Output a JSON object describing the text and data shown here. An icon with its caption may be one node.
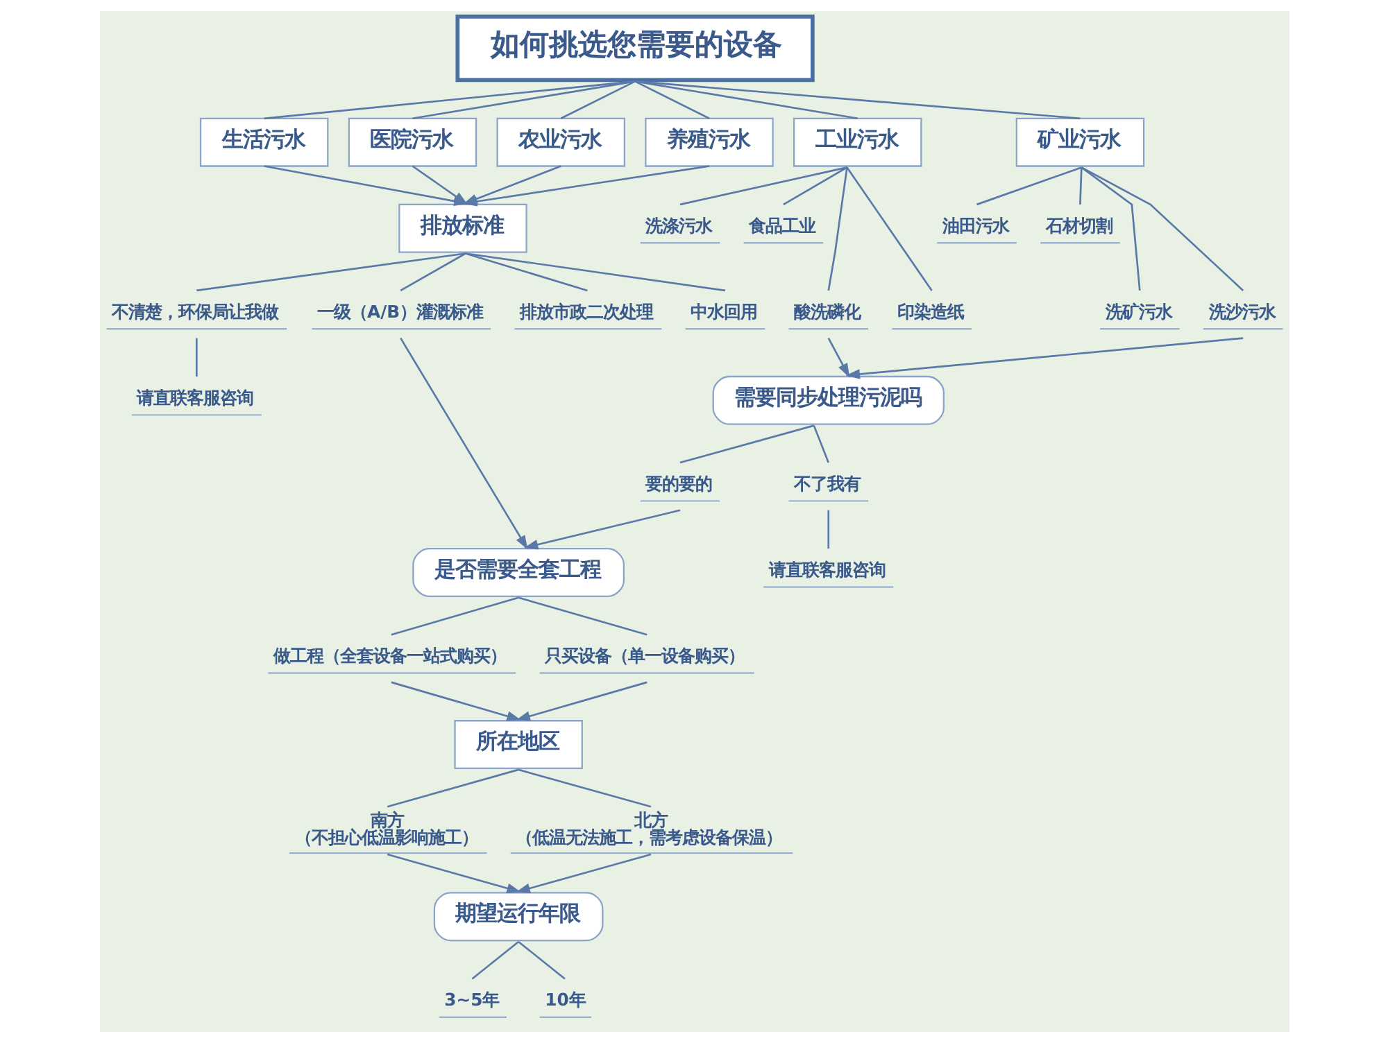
{
  "diagram": {
    "nodes": [
      {
        "text": [
          "如何挑选您需要的设备"
        ]
      },
      {
        "text": [
          "生活污水"
        ]
      },
      {
        "text": [
          "医院污水"
        ]
      },
      {
        "text": [
          "农业污水"
        ]
      },
      {
        "text": [
          "养殖污水"
        ]
      },
      {
        "text": [
          "工业污水"
        ]
      },
      {
        "text": [
          "矿业污水"
        ]
      },
      {
        "text": [
          "洗涤污水"
        ]
      },
      {
        "text": [
          "食品工业"
        ]
      },
      {
        "text": [
          "酸洗磷化"
        ]
      },
      {
        "text": [
          "印染造纸"
        ]
      },
      {
        "text": [
          "油田污水"
        ]
      },
      {
        "text": [
          "石材切割"
        ]
      },
      {
        "text": [
          "洗矿污水"
        ]
      },
      {
        "text": [
          "洗沙污水"
        ]
      },
      {
        "text": [
          "排放标准"
        ]
      },
      {
        "text": [
          "不清楚，环保局让我做"
        ]
      },
      {
        "text": [
          "一级（A/B）灌溉标准"
        ]
      },
      {
        "text": [
          "排放市政二次处理"
        ]
      },
      {
        "text": [
          "中水回用"
        ]
      },
      {
        "text": [
          "请直联客服咨询"
        ]
      },
      {
        "text": [
          "需要同步处理污泥吗"
        ]
      },
      {
        "text": [
          "要的要的"
        ]
      },
      {
        "text": [
          "不了我有"
        ]
      },
      {
        "text": [
          "请直联客服咨询"
        ]
      },
      {
        "text": [
          "是否需要全套工程"
        ]
      },
      {
        "text": [
          "做工程（全套设备一站式购买）"
        ]
      },
      {
        "text": [
          "只买设备（单一设备购买）"
        ]
      },
      {
        "text": [
          "所在地区"
        ]
      },
      {
        "text": [
          "南方",
          "（不担心低温影响施工）"
        ]
      },
      {
        "text": [
          "北方",
          "（低温无法施工，需考虑设备保温）"
        ]
      },
      {
        "text": [
          "期望运行年限"
        ]
      },
      {
        "text": [
          "3~5年"
        ]
      },
      {
        "text": [
          "10年"
        ]
      }
    ],
    "edges": [
      {
        "from": 0,
        "to": 1,
        "arrow": "none"
      },
      {
        "from": 0,
        "to": 2,
        "arrow": "none"
      },
      {
        "from": 0,
        "to": 3,
        "arrow": "none"
      },
      {
        "from": 0,
        "to": 4,
        "arrow": "none"
      },
      {
        "from": 0,
        "to": 5,
        "arrow": "none"
      },
      {
        "from": 0,
        "to": 6,
        "arrow": "none"
      },
      {
        "from": 1,
        "to": 15,
        "arrow": "to"
      },
      {
        "from": 2,
        "to": 15,
        "arrow": "to"
      },
      {
        "from": 3,
        "to": 15,
        "arrow": "to"
      },
      {
        "from": 4,
        "to": 15,
        "arrow": "to"
      },
      {
        "from": 5,
        "to": 7,
        "arrow": "none"
      },
      {
        "from": 5,
        "to": 8,
        "arrow": "none"
      },
      {
        "from": 5,
        "to": 9,
        "arrow": "none"
      },
      {
        "from": 5,
        "to": 10,
        "arrow": "none"
      },
      {
        "from": 6,
        "to": 11,
        "arrow": "none"
      },
      {
        "from": 6,
        "to": 12,
        "arrow": "none"
      },
      {
        "from": 6,
        "to": 13,
        "arrow": "none"
      },
      {
        "from": 6,
        "to": 14,
        "arrow": "none"
      },
      {
        "from": 9,
        "to": 21,
        "arrow": "to"
      },
      {
        "from": 14,
        "to": 21,
        "arrow": "to"
      },
      {
        "from": 15,
        "to": 16,
        "arrow": "none"
      },
      {
        "from": 15,
        "to": 17,
        "arrow": "none"
      },
      {
        "from": 15,
        "to": 18,
        "arrow": "none"
      },
      {
        "from": 15,
        "to": 19,
        "arrow": "none"
      },
      {
        "from": 16,
        "to": 20,
        "arrow": "none"
      },
      {
        "from": 17,
        "to": 25,
        "arrow": "to"
      },
      {
        "from": 21,
        "to": 22,
        "arrow": "none"
      },
      {
        "from": 21,
        "to": 23,
        "arrow": "none"
      },
      {
        "from": 22,
        "to": 25,
        "arrow": "to"
      },
      {
        "from": 23,
        "to": 24,
        "arrow": "none"
      },
      {
        "from": 25,
        "to": 26,
        "arrow": "none"
      },
      {
        "from": 25,
        "to": 27,
        "arrow": "none"
      },
      {
        "from": 26,
        "to": 28,
        "arrow": "to"
      },
      {
        "from": 27,
        "to": 28,
        "arrow": "to"
      },
      {
        "from": 28,
        "to": 29,
        "arrow": "none"
      },
      {
        "from": 28,
        "to": 30,
        "arrow": "none"
      },
      {
        "from": 29,
        "to": 31,
        "arrow": "to"
      },
      {
        "from": 30,
        "to": 31,
        "arrow": "to"
      },
      {
        "from": 31,
        "to": 32,
        "arrow": "none"
      },
      {
        "from": 31,
        "to": 33,
        "arrow": "none"
      }
    ]
  }
}
